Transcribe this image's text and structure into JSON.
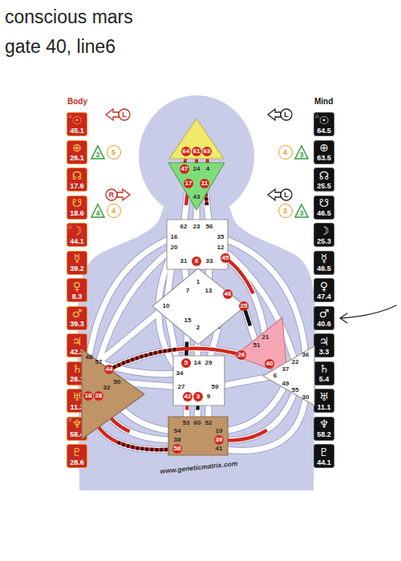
{
  "diagram": {
    "title": "conscious mars gate 40, line6",
    "nodes": [
      {
        "text": [
          "△",
          "☉",
          "45.1"
        ]
      },
      {
        "text": [
          "⊕",
          "26.1"
        ]
      },
      {
        "text": [
          "☊",
          "17.6"
        ]
      },
      {
        "text": [
          "☋",
          "18.6"
        ]
      },
      {
        "text": [
          "△",
          "☽",
          "44.1"
        ]
      },
      {
        "text": [
          "☿",
          "39.2"
        ]
      },
      {
        "text": [
          "♀",
          "8.3"
        ]
      },
      {
        "text": [
          "♂",
          "39.3"
        ]
      },
      {
        "text": [
          "♃",
          "42.2"
        ]
      },
      {
        "text": [
          "♄",
          "26.1"
        ]
      },
      {
        "text": [
          "♅",
          "11.3"
        ]
      },
      {
        "text": [
          "▽",
          "♆",
          "58.4"
        ]
      },
      {
        "text": [
          "♇",
          "28.6"
        ]
      },
      {
        "text": [
          "△",
          "☉",
          "64.5"
        ]
      },
      {
        "text": [
          "⊕",
          "63.5"
        ]
      },
      {
        "text": [
          "☊",
          "25.5"
        ]
      },
      {
        "text": [
          "☋",
          "46.5"
        ]
      },
      {
        "text": [
          "☽",
          "25.3"
        ]
      },
      {
        "text": [
          "☿",
          "46.5"
        ]
      },
      {
        "text": [
          "♀",
          "47.4"
        ]
      },
      {
        "text": [
          "♂",
          "40.6"
        ]
      },
      {
        "text": [
          "♃",
          "3.3"
        ]
      },
      {
        "text": [
          "♄",
          "5.4"
        ]
      },
      {
        "text": [
          "♅",
          "11.1"
        ]
      },
      {
        "text": [
          "♆",
          "58.2"
        ]
      },
      {
        "text": [
          "♇",
          "44.1"
        ]
      },
      {
        "text": [
          "L"
        ]
      },
      {
        "text": [
          "2"
        ]
      },
      {
        "text": [
          "5"
        ]
      },
      {
        "text": [
          "R"
        ]
      },
      {
        "text": [
          "4"
        ]
      },
      {
        "text": [
          "4"
        ]
      },
      {
        "text": [
          "L"
        ]
      },
      {
        "text": [
          "4"
        ]
      },
      {
        "text": [
          "3"
        ]
      },
      {
        "text": [
          "L"
        ]
      },
      {
        "text": [
          "3"
        ]
      },
      {
        "text": [
          "3"
        ]
      },
      {
        "text": [
          "64",
          "61",
          "63"
        ]
      },
      {
        "text": [
          "47",
          "24",
          "4",
          "17",
          "11",
          "43"
        ]
      },
      {
        "text": [
          "62",
          "23",
          "56",
          "16",
          "35",
          "20",
          "12",
          "45",
          "31",
          "8",
          "33"
        ]
      },
      {
        "text": [
          "1",
          "7",
          "13",
          "10",
          "25",
          "46",
          "15",
          "2"
        ]
      },
      {
        "text": [
          "21",
          "51",
          "26",
          "40"
        ]
      },
      {
        "text": [
          "48",
          "57",
          "44",
          "50",
          "32",
          "28",
          "18"
        ]
      },
      {
        "text": [
          "5",
          "14",
          "29",
          "34",
          "27",
          "59",
          "42",
          "3",
          "9"
        ]
      },
      {
        "text": [
          "36",
          "22",
          "37",
          "6",
          "49",
          "55",
          "30"
        ]
      },
      {
        "text": [
          "53",
          "60",
          "52",
          "54",
          "19",
          "38",
          "39",
          "58",
          "41"
        ]
      }
    ],
    "labels": [
      "Body",
      "Mind",
      "www.geneticmatrix.com"
    ]
  }
}
